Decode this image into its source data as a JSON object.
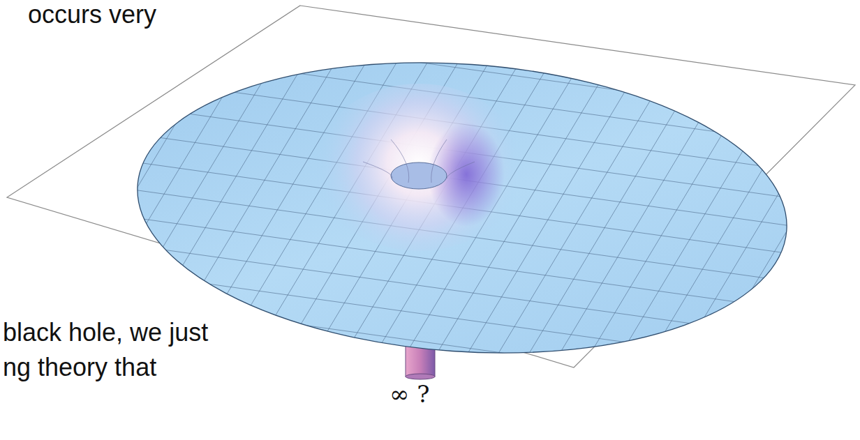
{
  "diagram": {
    "labels": [
      "occurs very",
      "black hole, we just",
      "ng theory that",
      "∞ ?"
    ]
  }
}
